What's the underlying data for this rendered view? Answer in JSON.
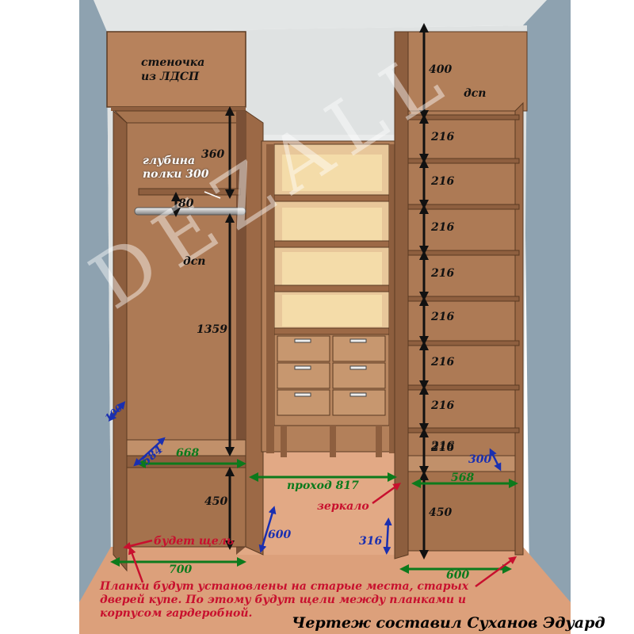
{
  "labels": {
    "wall": "стеночка\nиз ЛДСП",
    "shelf_depth": "глубина\nполки 300",
    "dsp_left": "дсп",
    "dsp_right": "дсп",
    "passage": "проход 817",
    "mirror": "зеркало",
    "gap": "будет щель"
  },
  "dimensions": {
    "left_top": "360",
    "rod": "80",
    "left_tall": "1359",
    "left_depth": "584",
    "left_width": "668",
    "left_bottom": "450",
    "left_side": "100",
    "floor_left": "700",
    "panel": "600",
    "mid_side": "316",
    "right_top": "400",
    "right_shelves": [
      "216",
      "216",
      "216",
      "216",
      "216",
      "216",
      "216",
      "216",
      "216"
    ],
    "right_depth": "300",
    "right_width": "568",
    "right_bottom": "450",
    "floor_right": "600"
  },
  "note": "Планки будут установлены на старые места, старых дверей купе. По этому будут щели между планками и корпусом гардеробной.",
  "credit": "Чертеж составил Суханов Эдуард",
  "watermark": "DEZALL"
}
